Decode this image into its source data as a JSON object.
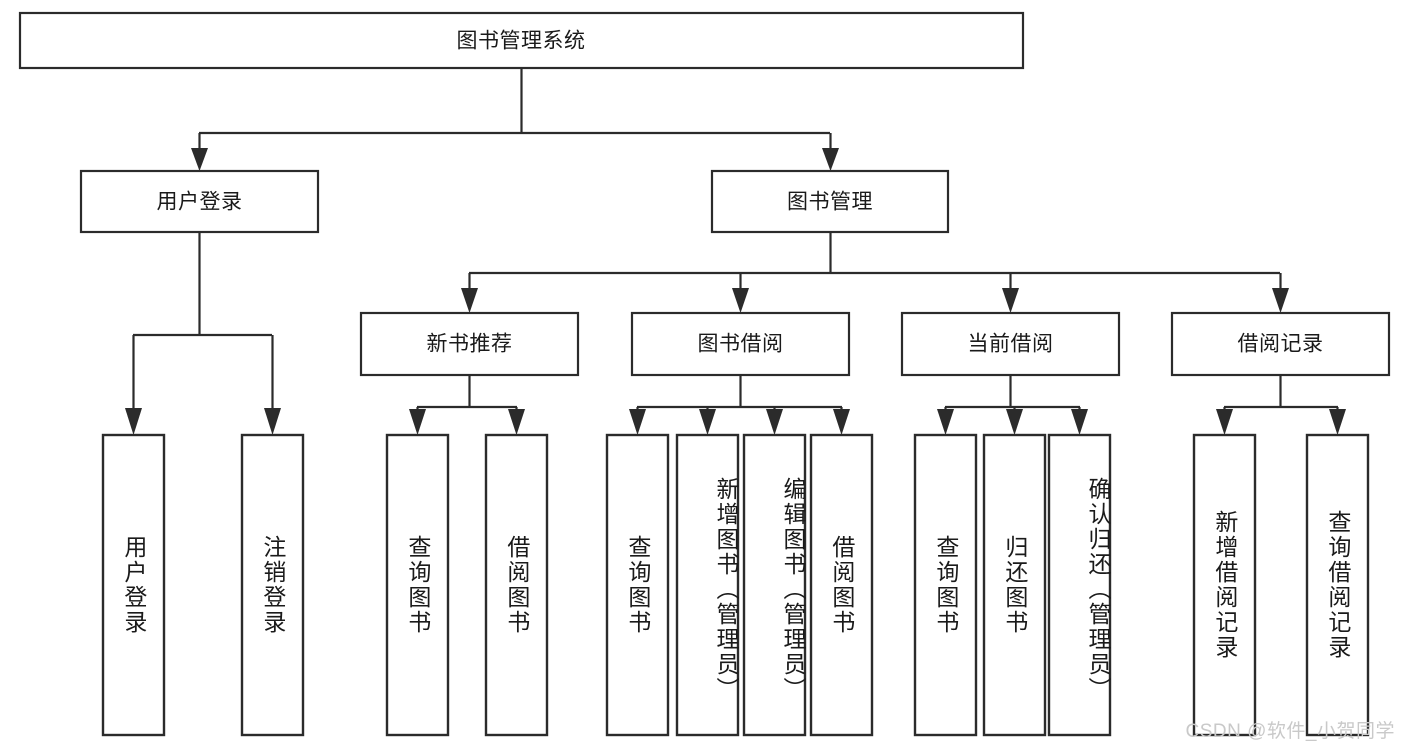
{
  "diagram": {
    "type": "tree",
    "title": "图书管理系统",
    "orientation": "top-down",
    "colors": {
      "box_stroke": "#2b2b2b",
      "box_fill": "#ffffff",
      "connector": "#2b2b2b",
      "text": "#1a1a1a",
      "watermark": "#c9c9c9",
      "background": "#ffffff"
    },
    "root": {
      "label": "图书管理系统"
    },
    "level1": [
      {
        "label": "用户登录"
      },
      {
        "label": "图书管理"
      }
    ],
    "level2": [
      {
        "label": "新书推荐"
      },
      {
        "label": "图书借阅"
      },
      {
        "label": "当前借阅"
      },
      {
        "label": "借阅记录"
      }
    ],
    "leaves": {
      "user_login": [
        {
          "label": "用户登录"
        },
        {
          "label": "注销登录"
        }
      ],
      "new_book_recommend": [
        {
          "label": "查询图书"
        },
        {
          "label": "借阅图书"
        }
      ],
      "book_borrow": [
        {
          "label": "查询图书"
        },
        {
          "label": "新增图书（管理员）"
        },
        {
          "label": "编辑图书（管理员）"
        },
        {
          "label": "借阅图书"
        }
      ],
      "current_borrow": [
        {
          "label": "查询图书"
        },
        {
          "label": "归还图书"
        },
        {
          "label": "确认归还（管理员）"
        }
      ],
      "borrow_record": [
        {
          "label": "新增借阅记录"
        },
        {
          "label": "查询借阅记录"
        }
      ]
    }
  },
  "watermark": {
    "text": "CSDN @软件_小贺同学"
  }
}
